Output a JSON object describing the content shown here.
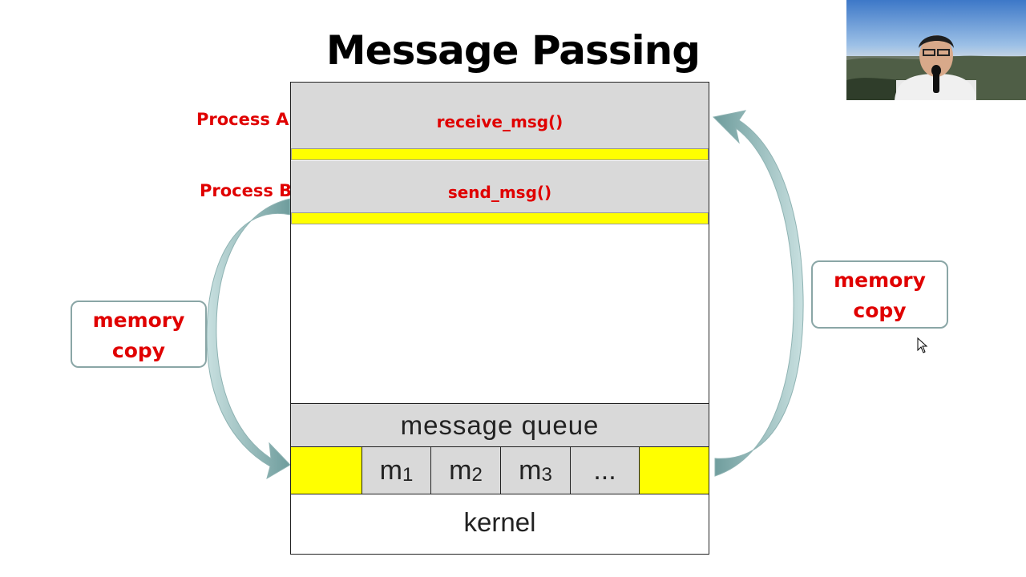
{
  "slide": {
    "title": "Message Passing"
  },
  "processes": {
    "a": {
      "label": "Process A",
      "call": "receive_msg()"
    },
    "b": {
      "label": "Process B",
      "call": "send_msg()"
    }
  },
  "message_queue": {
    "label": "message queue",
    "cells": [
      {
        "base": "m",
        "sub": "1"
      },
      {
        "base": "m",
        "sub": "2"
      },
      {
        "base": "m",
        "sub": "3"
      },
      {
        "base": "...",
        "sub": ""
      }
    ]
  },
  "kernel": {
    "label": "kernel"
  },
  "memory_copy": {
    "left_line1": "memory",
    "left_line2": "copy",
    "right_line1": "memory",
    "right_line2": "copy"
  },
  "colors": {
    "label_red": "#e00000",
    "highlight_yellow": "#ffff00",
    "box_gray": "#d9d9d9",
    "arrow_teal": "#a9c9c9"
  },
  "icons": {
    "webcam": "presenter-webcam",
    "cursor": "mouse-pointer-icon"
  }
}
